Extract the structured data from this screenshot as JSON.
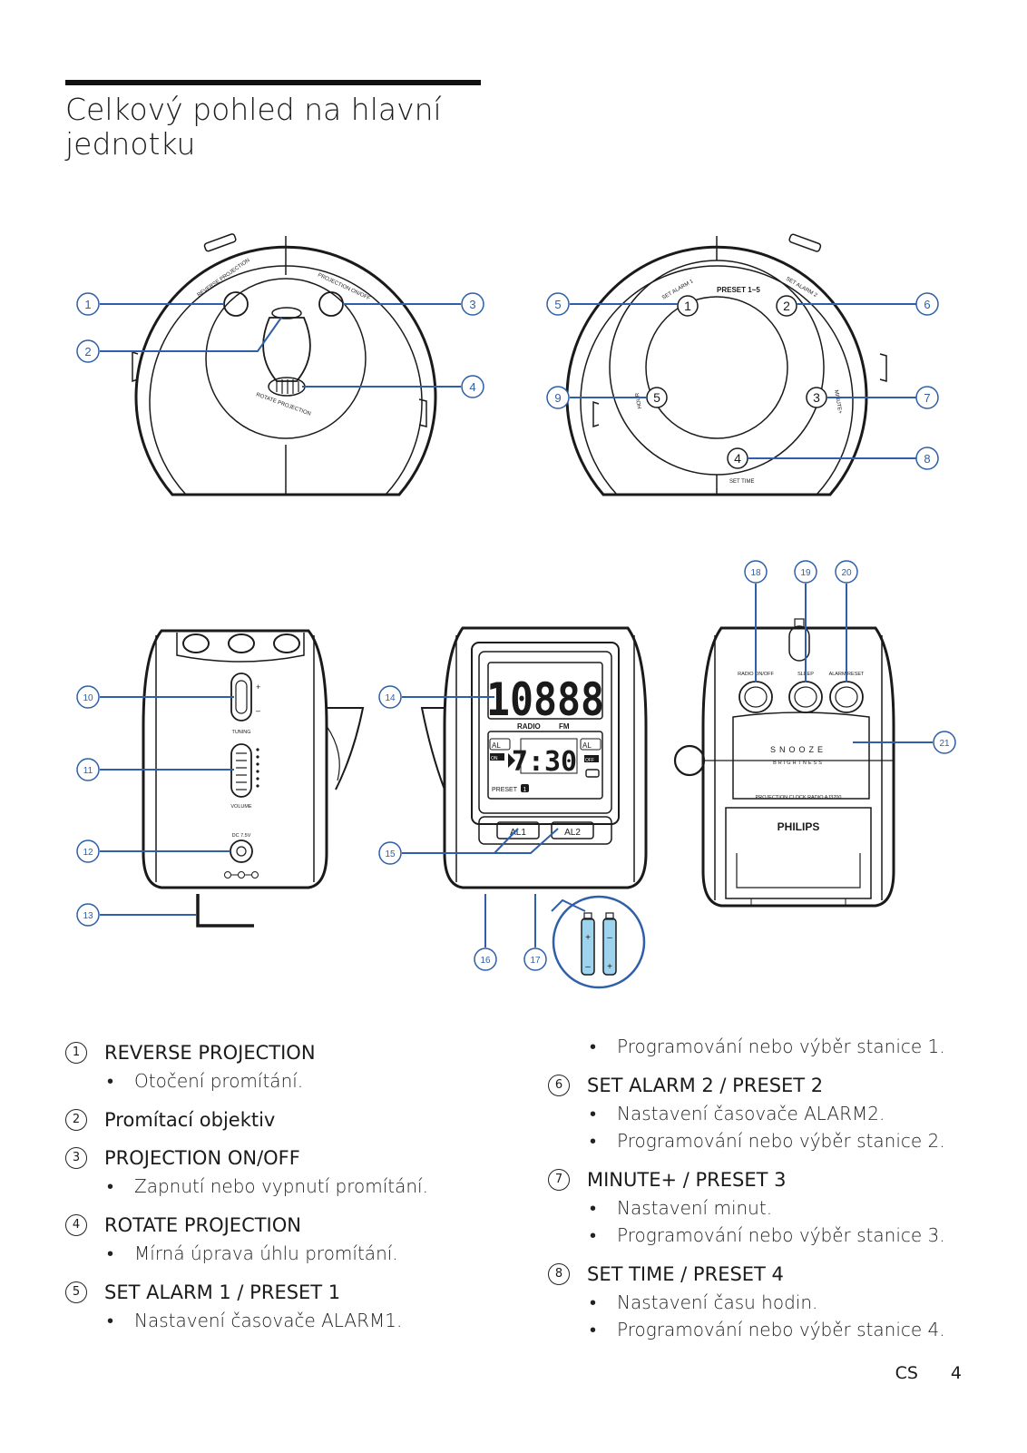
{
  "title": "Celkový pohled na hlavní jednotku",
  "callouts": [
    "1",
    "2",
    "3",
    "4",
    "5",
    "6",
    "7",
    "8",
    "9",
    "10",
    "11",
    "12",
    "13",
    "14",
    "15",
    "16",
    "17",
    "18",
    "19",
    "20",
    "21"
  ],
  "device": {
    "top_view_a": {
      "label_reverse": "REVERSE PROJECTION",
      "label_projection": "PROJECTION ON/OFF",
      "label_rotate": "ROTATE PROJECTION"
    },
    "top_view_b": {
      "label_preset": "PRESET 1~5",
      "label_set_alarm1": "SET ALARM 1",
      "label_set_alarm2": "SET ALARM 2",
      "label_minute": "MINUTE+",
      "label_hour": "HOUR",
      "label_set_time": "SET TIME",
      "key1": "1",
      "key2": "2",
      "key3": "3",
      "key4": "4",
      "key5": "5"
    },
    "side_view": {
      "tuning": "TUNING",
      "volume": "VOLUME",
      "dc": "DC 7.5V",
      "plus": "+",
      "minus": "–"
    },
    "front_view": {
      "big_display": "10888",
      "radio": "RADIO",
      "fm": "FM",
      "time": "7:30",
      "al_left": "AL",
      "al_right": "AL",
      "on": "ON",
      "off": "OFF",
      "preset": "PRESET",
      "preset_num": "1",
      "al1": "AL1",
      "al2": "AL2"
    },
    "back_view": {
      "radio_onoff": "RADIO ON/OFF",
      "sleep": "SLEEP",
      "alarm_reset": "ALARM RESET",
      "snooze": "SNOOZE",
      "brightness": "BRIGHTNESS",
      "model": "PROJECTION CLOCK RADIO AJ3700",
      "brand": "PHILIPS"
    },
    "battery": {
      "plus": "+",
      "minus": "–"
    }
  },
  "left_items": [
    {
      "num": "1",
      "head": "REVERSE PROJECTION",
      "bullets": [
        "Otočení promítání."
      ]
    },
    {
      "num": "2",
      "head": "Promítací objektiv",
      "bullets": []
    },
    {
      "num": "3",
      "head": "PROJECTION ON/OFF",
      "bullets": [
        "Zapnutí nebo vypnutí promítání."
      ]
    },
    {
      "num": "4",
      "head": "ROTATE PROJECTION",
      "bullets": [
        "Mírná úprava úhlu promítání."
      ]
    },
    {
      "num": "5",
      "head": "SET ALARM 1 /  PRESET 1",
      "bullets": [
        "Nastavení časovače ALARM1."
      ]
    }
  ],
  "right_cont": [
    "Programování nebo výběr stanice 1."
  ],
  "right_items": [
    {
      "num": "6",
      "head": "SET ALARM 2 / PRESET 2",
      "bullets": [
        "Nastavení časovače ALARM2.",
        "Programování nebo výběr stanice 2."
      ]
    },
    {
      "num": "7",
      "head": "MINUTE+ / PRESET 3",
      "bullets": [
        "Nastavení minut.",
        "Programování nebo výběr stanice 3."
      ]
    },
    {
      "num": "8",
      "head": "SET TIME / PRESET 4",
      "bullets": [
        "Nastavení času hodin.",
        "Programování nebo výběr stanice 4."
      ]
    }
  ],
  "footer": {
    "lang": "CS",
    "page": "4"
  },
  "colors": {
    "callout": "#2e5fa8",
    "ink": "#1a1a1a"
  }
}
